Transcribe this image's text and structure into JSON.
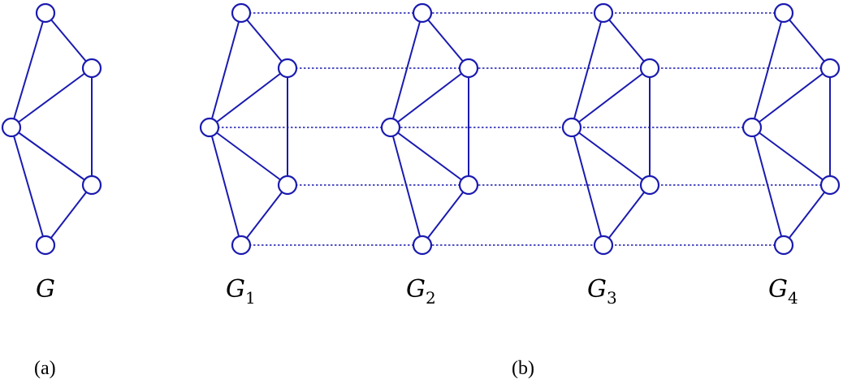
{
  "graphs": [
    {
      "symbol": "G",
      "subscript": ""
    },
    {
      "symbol": "G",
      "subscript": "1"
    },
    {
      "symbol": "G",
      "subscript": "2"
    },
    {
      "symbol": "G",
      "subscript": "3"
    },
    {
      "symbol": "G",
      "subscript": "4"
    }
  ],
  "panels": {
    "a": "(a)",
    "b": "(b)"
  },
  "colors": {
    "edge": "#1a1ab0",
    "node_fill": "#ffffff",
    "text": "#000000"
  }
}
